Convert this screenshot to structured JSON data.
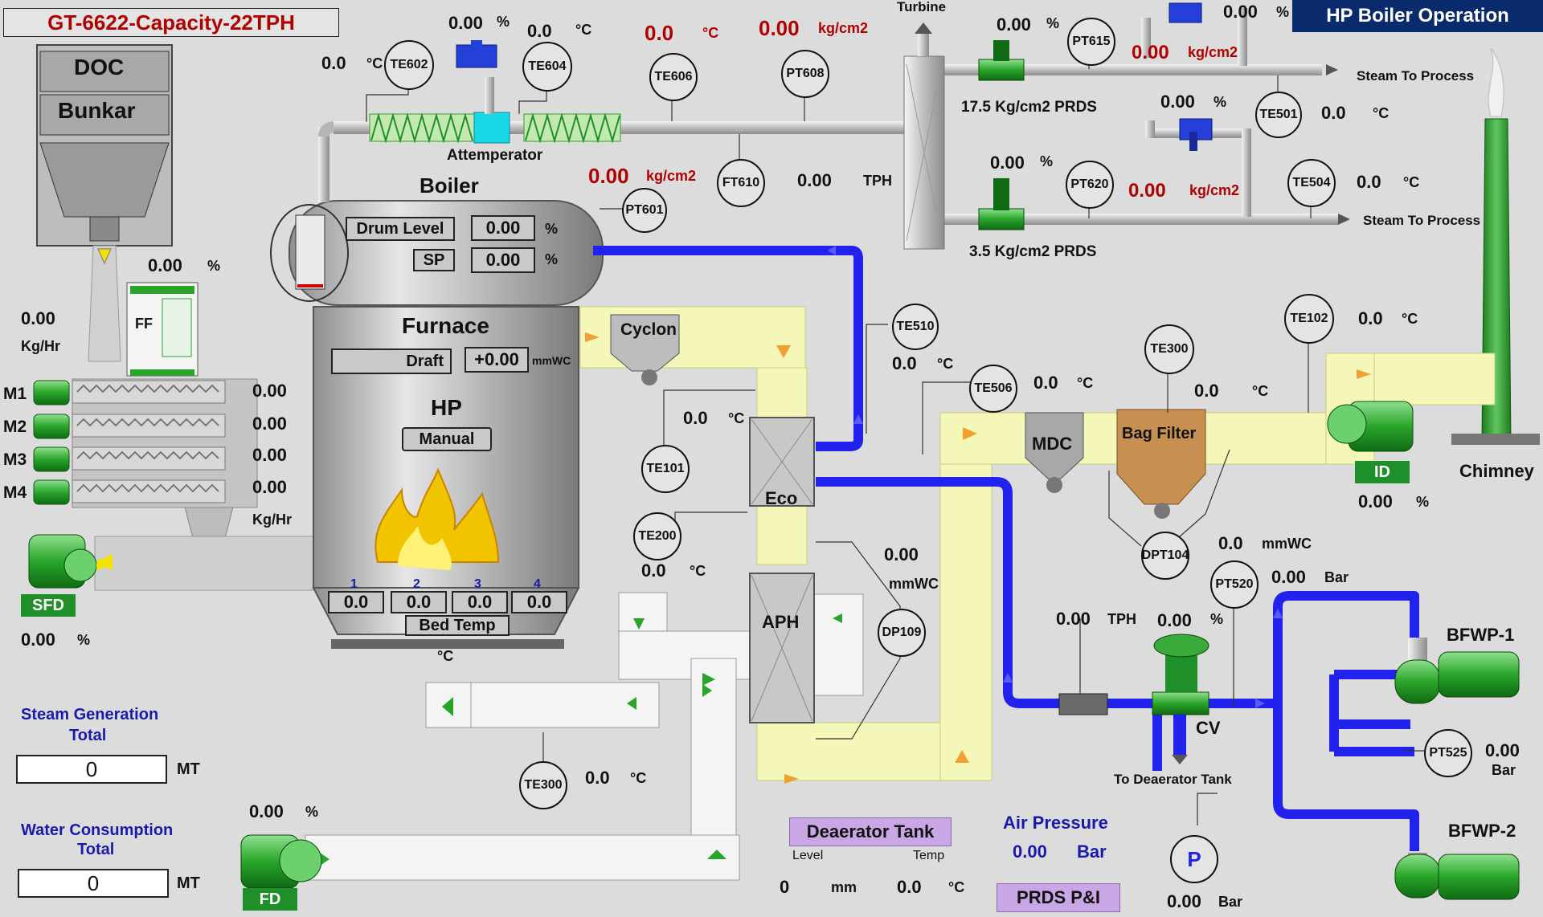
{
  "header": {
    "title": "GT-6622-Capacity-22TPH",
    "screen_title": "HP Boiler Operation"
  },
  "colors": {
    "title_red": "#b00000",
    "nav_blue": "#0a2a6e",
    "water_blue": "#2222ee",
    "gas_yellow": "#f4f7b8",
    "steam_grey": "#c8c8c8",
    "motor_green": "#1f8f2a",
    "button_purple": "#c9a6e6",
    "label_blue": "#1a1aa8"
  },
  "bunker": {
    "doc": "DOC",
    "bunkar": "Bunkar",
    "feeder_pct": "0.00",
    "pct_unit": "%",
    "flow": "0.00",
    "flow_unit": "Kg/Hr",
    "ff": "FF"
  },
  "feeders": [
    {
      "label": "M1",
      "value": "0.00"
    },
    {
      "label": "M2",
      "value": "0.00"
    },
    {
      "label": "M3",
      "value": "0.00"
    },
    {
      "label": "M4",
      "value": "0.00"
    }
  ],
  "feeders_unit": "Kg/Hr",
  "sfd": {
    "label": "SFD",
    "value": "0.00",
    "unit": "%"
  },
  "fd": {
    "label": "FD",
    "value": "0.00",
    "unit": "%"
  },
  "id_fan": {
    "label": "ID",
    "value": "0.00",
    "unit": "%"
  },
  "boiler": {
    "title": "Boiler",
    "drum_level_label": "Drum Level",
    "drum_level": "0.00",
    "sp_label": "SP",
    "sp": "0.00",
    "pct": "%"
  },
  "furnace": {
    "title": "Furnace",
    "draft_label": "Draft",
    "draft": "+0.00",
    "draft_unit": "mmWC",
    "hp": "HP",
    "mode": "Manual",
    "bed_cols": [
      "1",
      "2",
      "3",
      "4"
    ],
    "bed_values": [
      "0.0",
      "0.0",
      "0.0",
      "0.0"
    ],
    "bed_label": "Bed Temp",
    "bed_unit": "°C"
  },
  "attemperator": {
    "label": "Attemperator",
    "valve_pct": "0.00",
    "pct_unit": "%",
    "te604_val": "0.0",
    "te604_unit": "°C"
  },
  "te602": {
    "tag": "TE602",
    "value": "0.0",
    "unit": "°C"
  },
  "te604": {
    "tag": "TE604"
  },
  "te606": {
    "tag": "TE606",
    "value": "0.0",
    "unit": "°C"
  },
  "pt608": {
    "tag": "PT608",
    "value": "0.00",
    "unit": "kg/cm2"
  },
  "pt601": {
    "tag": "PT601",
    "value": "0.00",
    "unit": "kg/cm2"
  },
  "ft610": {
    "tag": "FT610",
    "value": "0.00",
    "unit": "TPH"
  },
  "turbine": "Turbine",
  "prds1": {
    "label": "17.5 Kg/cm2 PRDS",
    "valve_pct": "0.00",
    "pct_unit": "%",
    "pt_tag": "PT615",
    "pt_value": "0.00",
    "pt_unit": "kg/cm2",
    "top_pct": "0.00",
    "bypass_pct": "0.00",
    "te_tag": "TE501",
    "te_value": "0.0",
    "te_unit": "°C",
    "dest": "Steam To Process"
  },
  "prds2": {
    "label": "3.5 Kg/cm2 PRDS",
    "valve_pct": "0.00",
    "pct_unit": "%",
    "pt_tag": "PT620",
    "pt_value": "0.00",
    "pt_unit": "kg/cm2",
    "te_tag": "TE504",
    "te_value": "0.0",
    "te_unit": "°C",
    "dest": "Steam To Process"
  },
  "cyclon": "Cyclon",
  "te510": {
    "tag": "TE510",
    "value": "0.0",
    "unit": "°C"
  },
  "te101": {
    "tag": "TE101",
    "value": "0.0",
    "unit": "°C"
  },
  "eco": "Eco",
  "aph": "APH",
  "te200": {
    "tag": "TE200",
    "value": "0.0",
    "unit": "°C"
  },
  "dp109": {
    "tag": "DP109",
    "value": "0.00",
    "unit": "mmWC"
  },
  "te300_lower": {
    "tag": "TE300",
    "value": "0.0",
    "unit": "°C"
  },
  "te506": {
    "tag": "TE506",
    "value": "0.0",
    "unit": "°C"
  },
  "mdc": "MDC",
  "bag_filter": "Bag Filter",
  "te300_upper": {
    "tag": "TE300",
    "value": "0.0",
    "unit": "°C"
  },
  "te102": {
    "tag": "TE102",
    "value": "0.0",
    "unit": "°C"
  },
  "dpt104": {
    "tag": "DPT104",
    "value": "0.0",
    "unit": "mmWC"
  },
  "chimney": "Chimney",
  "pt520": {
    "tag": "PT520",
    "value": "0.00",
    "unit": "Bar"
  },
  "feedwater": {
    "flow": "0.00",
    "flow_unit": "TPH",
    "cv_pct": "0.00",
    "pct_unit": "%",
    "cv": "CV",
    "to_deaerator": "To Deaerator Tank"
  },
  "bfwp1": "BFWP-1",
  "bfwp2": "BFWP-2",
  "pt525": {
    "tag": "PT525",
    "value": "0.00",
    "unit": "Bar"
  },
  "pump_p": {
    "value": "0.00",
    "unit": "Bar",
    "symbol": "P"
  },
  "steam_total": {
    "title": "Steam Generation\nTotal",
    "line1": "Steam Generation",
    "line2": "Total",
    "value": "0",
    "unit": "MT"
  },
  "water_total": {
    "line1": "Water Consumption",
    "line2": "Total",
    "value": "0",
    "unit": "MT"
  },
  "deaerator": {
    "button": "Deaerator Tank",
    "level_label": "Level",
    "temp_label": "Temp",
    "level": "0",
    "level_unit": "mm",
    "temp": "0.0",
    "temp_unit": "°C"
  },
  "air_pressure": {
    "label": "Air Pressure",
    "value": "0.00",
    "unit": "Bar"
  },
  "prds_button": "PRDS P&I"
}
